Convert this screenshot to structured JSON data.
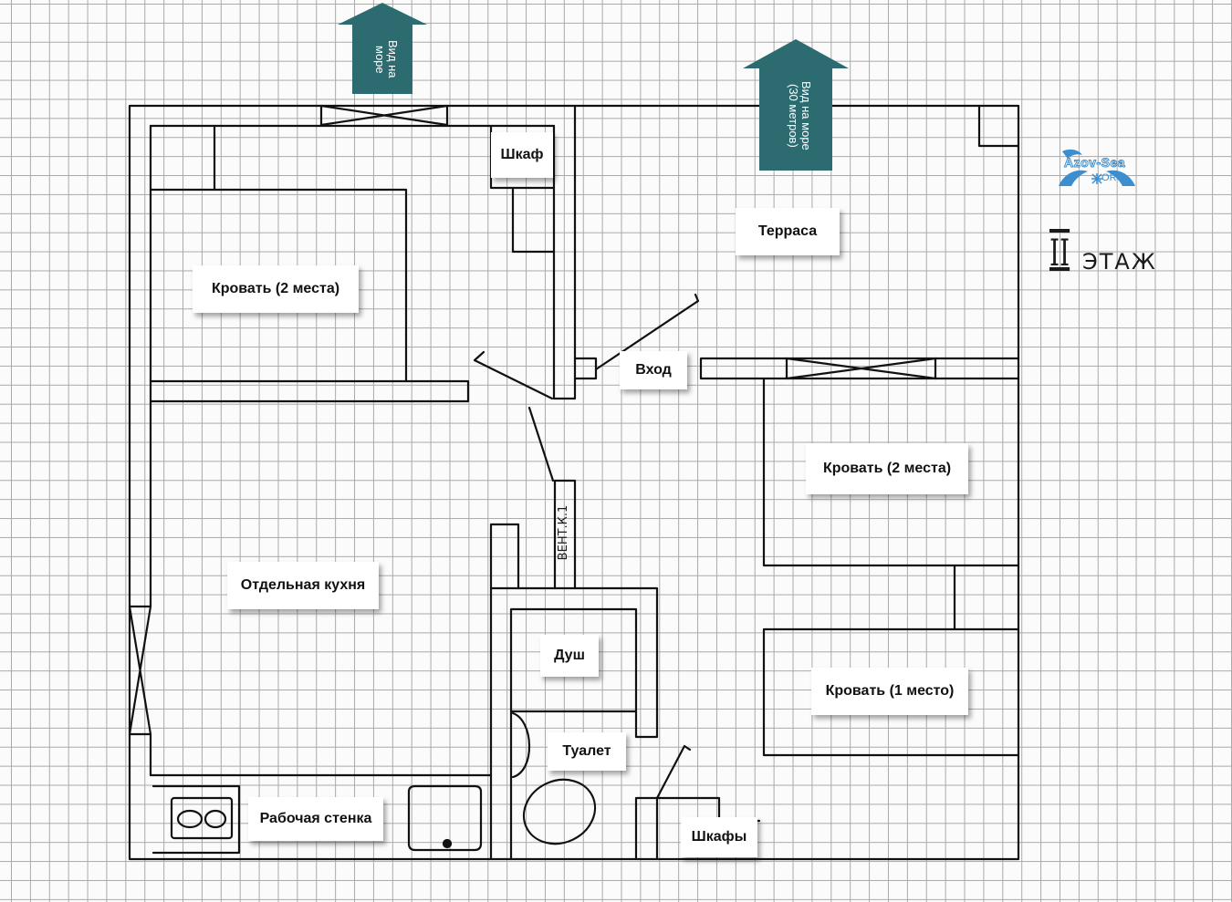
{
  "rooms": {
    "wardrobe": "Шкаф",
    "terrace": "Терраса",
    "bed_double_left": "Кровать (2 места)",
    "entrance": "Вход",
    "bed_double_right": "Кровать (2 места)",
    "kitchen": "Отдельная кухня",
    "shower": "Душ",
    "bed_single": "Кровать (1 место)",
    "toilet": "Туалет",
    "work_wall": "Рабочая стенка",
    "wardrobes": "Шкафы"
  },
  "sea_view_arrows": {
    "left": "Вид на\nморе",
    "right": "Вид на море\n(30 метров)"
  },
  "floor": {
    "numeral": "II",
    "word": "ЭТАЖ"
  },
  "handwritten": {
    "vent": "ВЕНТ.К.1"
  },
  "logo": {
    "name": "Azov-Sea",
    "suffix": ".ORG"
  },
  "colors": {
    "arrow": "#2c6b70",
    "walls": "#111111",
    "grid": "#a9a9a9",
    "logo": "#3b8fd0"
  }
}
